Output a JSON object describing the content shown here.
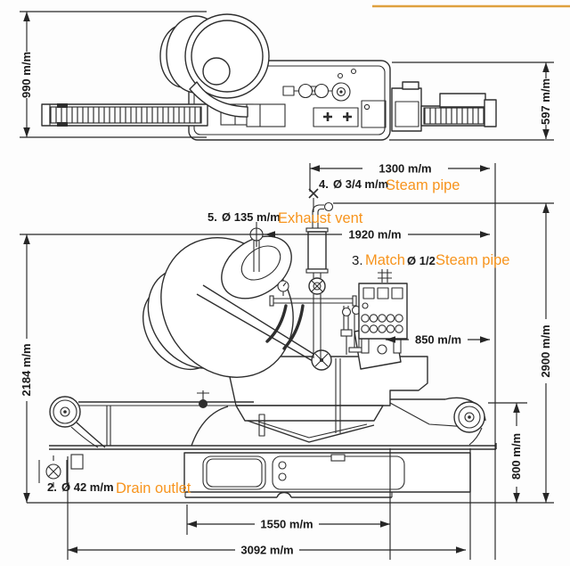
{
  "colors": {
    "accent_orange": "#F7941D",
    "ink": "#1A1A1A",
    "drawing_line": "#2E2E2E",
    "top_rule": "#DFA13F",
    "background": "#FDFDFD"
  },
  "views": {
    "plan": {
      "dims": {
        "height_left": "990 m/m",
        "height_right": "597 m/m"
      }
    },
    "elevation": {
      "dims": {
        "top_width": "1300 m/m",
        "vent_width": "1920 m/m",
        "panel_offset": "850 m/m",
        "height_right": "2900 m/m",
        "height_left": "2184 m/m",
        "conveyor_height": "800 m/m",
        "base_width": "1550 m/m",
        "overall_length": "3092 m/m"
      },
      "callouts": {
        "steam_pipe_4": {
          "num": "4.",
          "spec": "Ø 3/4 m/m",
          "label": "Steam pipe"
        },
        "exhaust_vent_5": {
          "num": "5.",
          "spec": "Ø 135 m/m",
          "label": "Exhaust vent"
        },
        "steam_pipe_3": {
          "num": "3.",
          "label_a": "Match",
          "spec": "Ø 1/2",
          "label_b": "Steam pipe"
        },
        "drain_outlet_2": {
          "num": "2.",
          "spec": "Ø 42 m/m",
          "label": "Drain outlet"
        }
      }
    }
  }
}
